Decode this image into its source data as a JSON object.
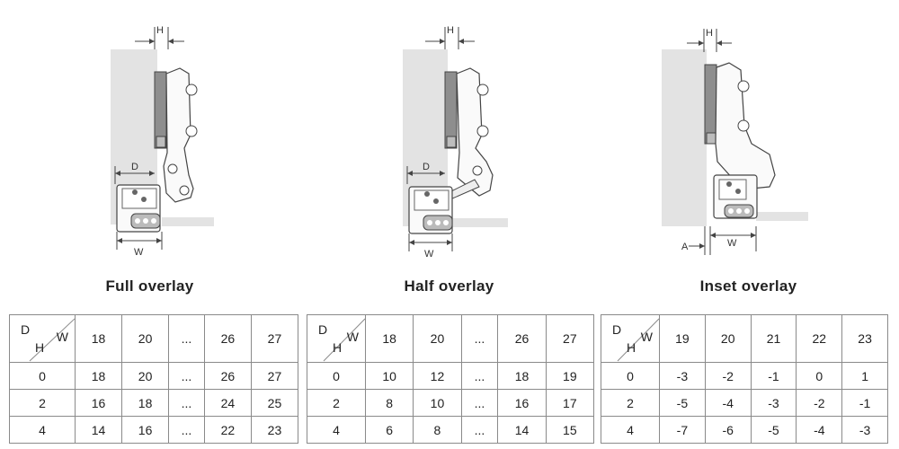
{
  "panels": [
    {
      "caption": "Full overlay",
      "labels": {
        "h": "H",
        "d": "D",
        "w": "W"
      },
      "table": {
        "corner": {
          "d": "D",
          "w": "W",
          "h": "H"
        },
        "columns": [
          "18",
          "20",
          "...",
          "26",
          "27"
        ],
        "rows": [
          {
            "h": "0",
            "values": [
              "18",
              "20",
              "...",
              "26",
              "27"
            ]
          },
          {
            "h": "2",
            "values": [
              "16",
              "18",
              "...",
              "24",
              "25"
            ]
          },
          {
            "h": "4",
            "values": [
              "14",
              "16",
              "...",
              "22",
              "23"
            ]
          }
        ]
      }
    },
    {
      "caption": "Half overlay",
      "labels": {
        "h": "H",
        "d": "D",
        "w": "W"
      },
      "table": {
        "corner": {
          "d": "D",
          "w": "W",
          "h": "H"
        },
        "columns": [
          "18",
          "20",
          "...",
          "26",
          "27"
        ],
        "rows": [
          {
            "h": "0",
            "values": [
              "10",
              "12",
              "...",
              "18",
              "19"
            ]
          },
          {
            "h": "2",
            "values": [
              "8",
              "10",
              "...",
              "16",
              "17"
            ]
          },
          {
            "h": "4",
            "values": [
              "6",
              "8",
              "...",
              "14",
              "15"
            ]
          }
        ]
      }
    },
    {
      "caption": "Inset overlay",
      "labels": {
        "h": "H",
        "a": "A",
        "w": "W"
      },
      "table": {
        "corner": {
          "d": "D",
          "w": "W",
          "h": "H"
        },
        "columns": [
          "19",
          "20",
          "21",
          "22",
          "23"
        ],
        "rows": [
          {
            "h": "0",
            "values": [
              "-3",
              "-2",
              "-1",
              "0",
              "1"
            ]
          },
          {
            "h": "2",
            "values": [
              "-5",
              "-4",
              "-3",
              "-2",
              "-1"
            ]
          },
          {
            "h": "4",
            "values": [
              "-7",
              "-6",
              "-5",
              "-4",
              "-3"
            ]
          }
        ]
      }
    }
  ]
}
